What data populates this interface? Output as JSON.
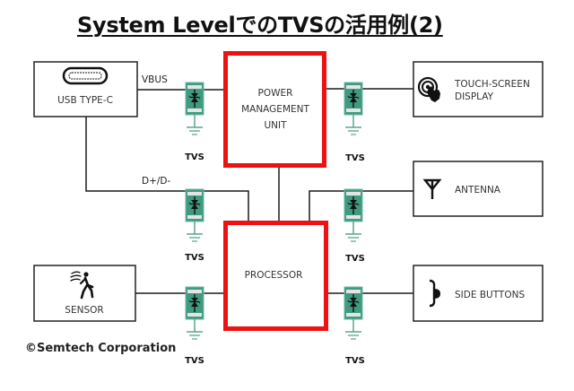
{
  "title": "System LevelでのTVSの活用例(2)",
  "copyright": "©Semtech Corporation",
  "colors": {
    "highlight_border": "#ee1111",
    "tvs_fill": "#3f9a80",
    "tvs_pad": "#e4e4e4",
    "ground": "#5aa58c",
    "wire": "#1a1a1a"
  },
  "blocks": {
    "usb": {
      "label": "USB TYPE-C",
      "icon": "usb-c-port-icon"
    },
    "pmu": {
      "line1": "POWER",
      "line2": "MANAGEMENT",
      "line3": "UNIT"
    },
    "touch": {
      "line1": "TOUCH-SCREEN",
      "line2": "DISPLAY",
      "icon": "touch-hand-icon"
    },
    "antenna": {
      "label": "ANTENNA",
      "icon": "antenna-icon"
    },
    "processor": {
      "label": "PROCESSOR"
    },
    "sensor": {
      "label": "SENSOR",
      "icon": "motion-sensor-person-icon"
    },
    "side_buttons": {
      "label": "SIDE BUTTONS",
      "icon": "side-button-icon"
    }
  },
  "wires": {
    "vbus": "VBUS",
    "data": "D+/D-"
  },
  "tvs": [
    {
      "label": "TVS",
      "position": "usb-vbus"
    },
    {
      "label": "TVS",
      "position": "pmu-touchscreen"
    },
    {
      "label": "TVS",
      "position": "usb-data"
    },
    {
      "label": "TVS",
      "position": "antenna"
    },
    {
      "label": "TVS",
      "position": "sensor"
    },
    {
      "label": "TVS",
      "position": "side-buttons"
    }
  ]
}
